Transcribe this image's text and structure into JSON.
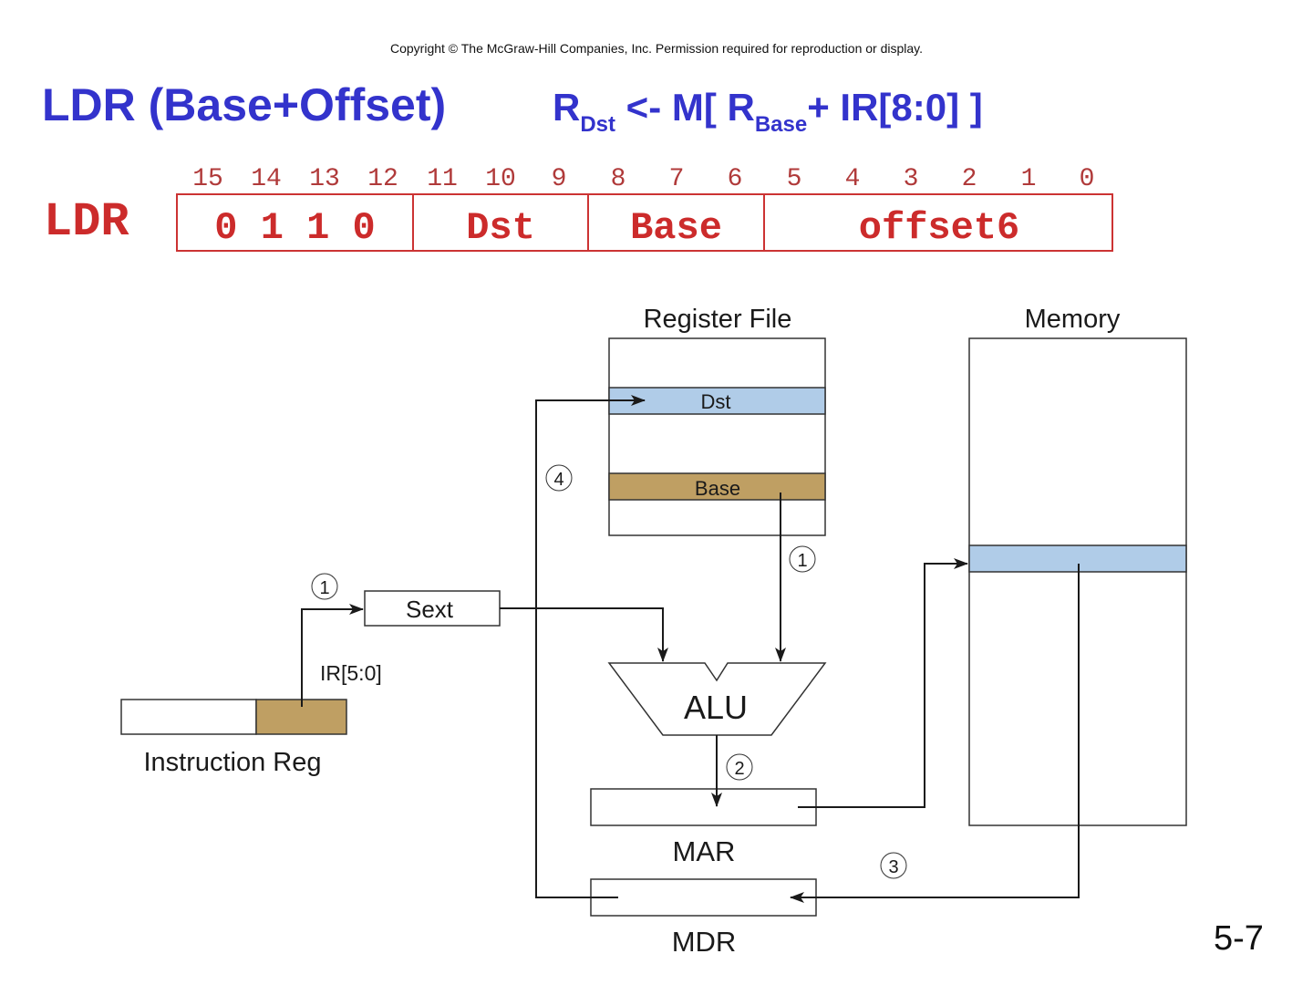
{
  "copyright": "Copyright © The McGraw-Hill Companies, Inc.  Permission required for reproduction or display.",
  "title": "LDR (Base+Offset)",
  "rtl": {
    "r1": "R",
    "sub1": "Dst",
    "mid": " <- M[ R",
    "sub2": "Base",
    "end": "+ IR[8:0] ]"
  },
  "encoding": {
    "opcode_name": "LDR",
    "bit_numbers": [
      "15",
      "14",
      "13",
      "12",
      "11",
      "10",
      "9",
      "8",
      "7",
      "6",
      "5",
      "4",
      "3",
      "2",
      "1",
      "0"
    ],
    "fields": [
      {
        "label": "0 1 1 0",
        "bits": "15-12"
      },
      {
        "label": "Dst",
        "bits": "11-9"
      },
      {
        "label": "Base",
        "bits": "8-6"
      },
      {
        "label": "offset6",
        "bits": "5-0"
      }
    ]
  },
  "diagram": {
    "register_file": {
      "title": "Register File",
      "dst_label": "Dst",
      "base_label": "Base"
    },
    "memory": {
      "title": "Memory"
    },
    "sext_label": "Sext",
    "alu_label": "ALU",
    "mar_label": "MAR",
    "mdr_label": "MDR",
    "ir_label": "Instruction Reg",
    "ir_field_label": "IR[5:0]",
    "steps": [
      "1",
      "1",
      "2",
      "3",
      "4"
    ],
    "colors": {
      "dst_highlight": "#b0cce8",
      "base_highlight": "#bf9f63",
      "memory_highlight": "#b0cce8"
    }
  },
  "page_number": "5-7"
}
